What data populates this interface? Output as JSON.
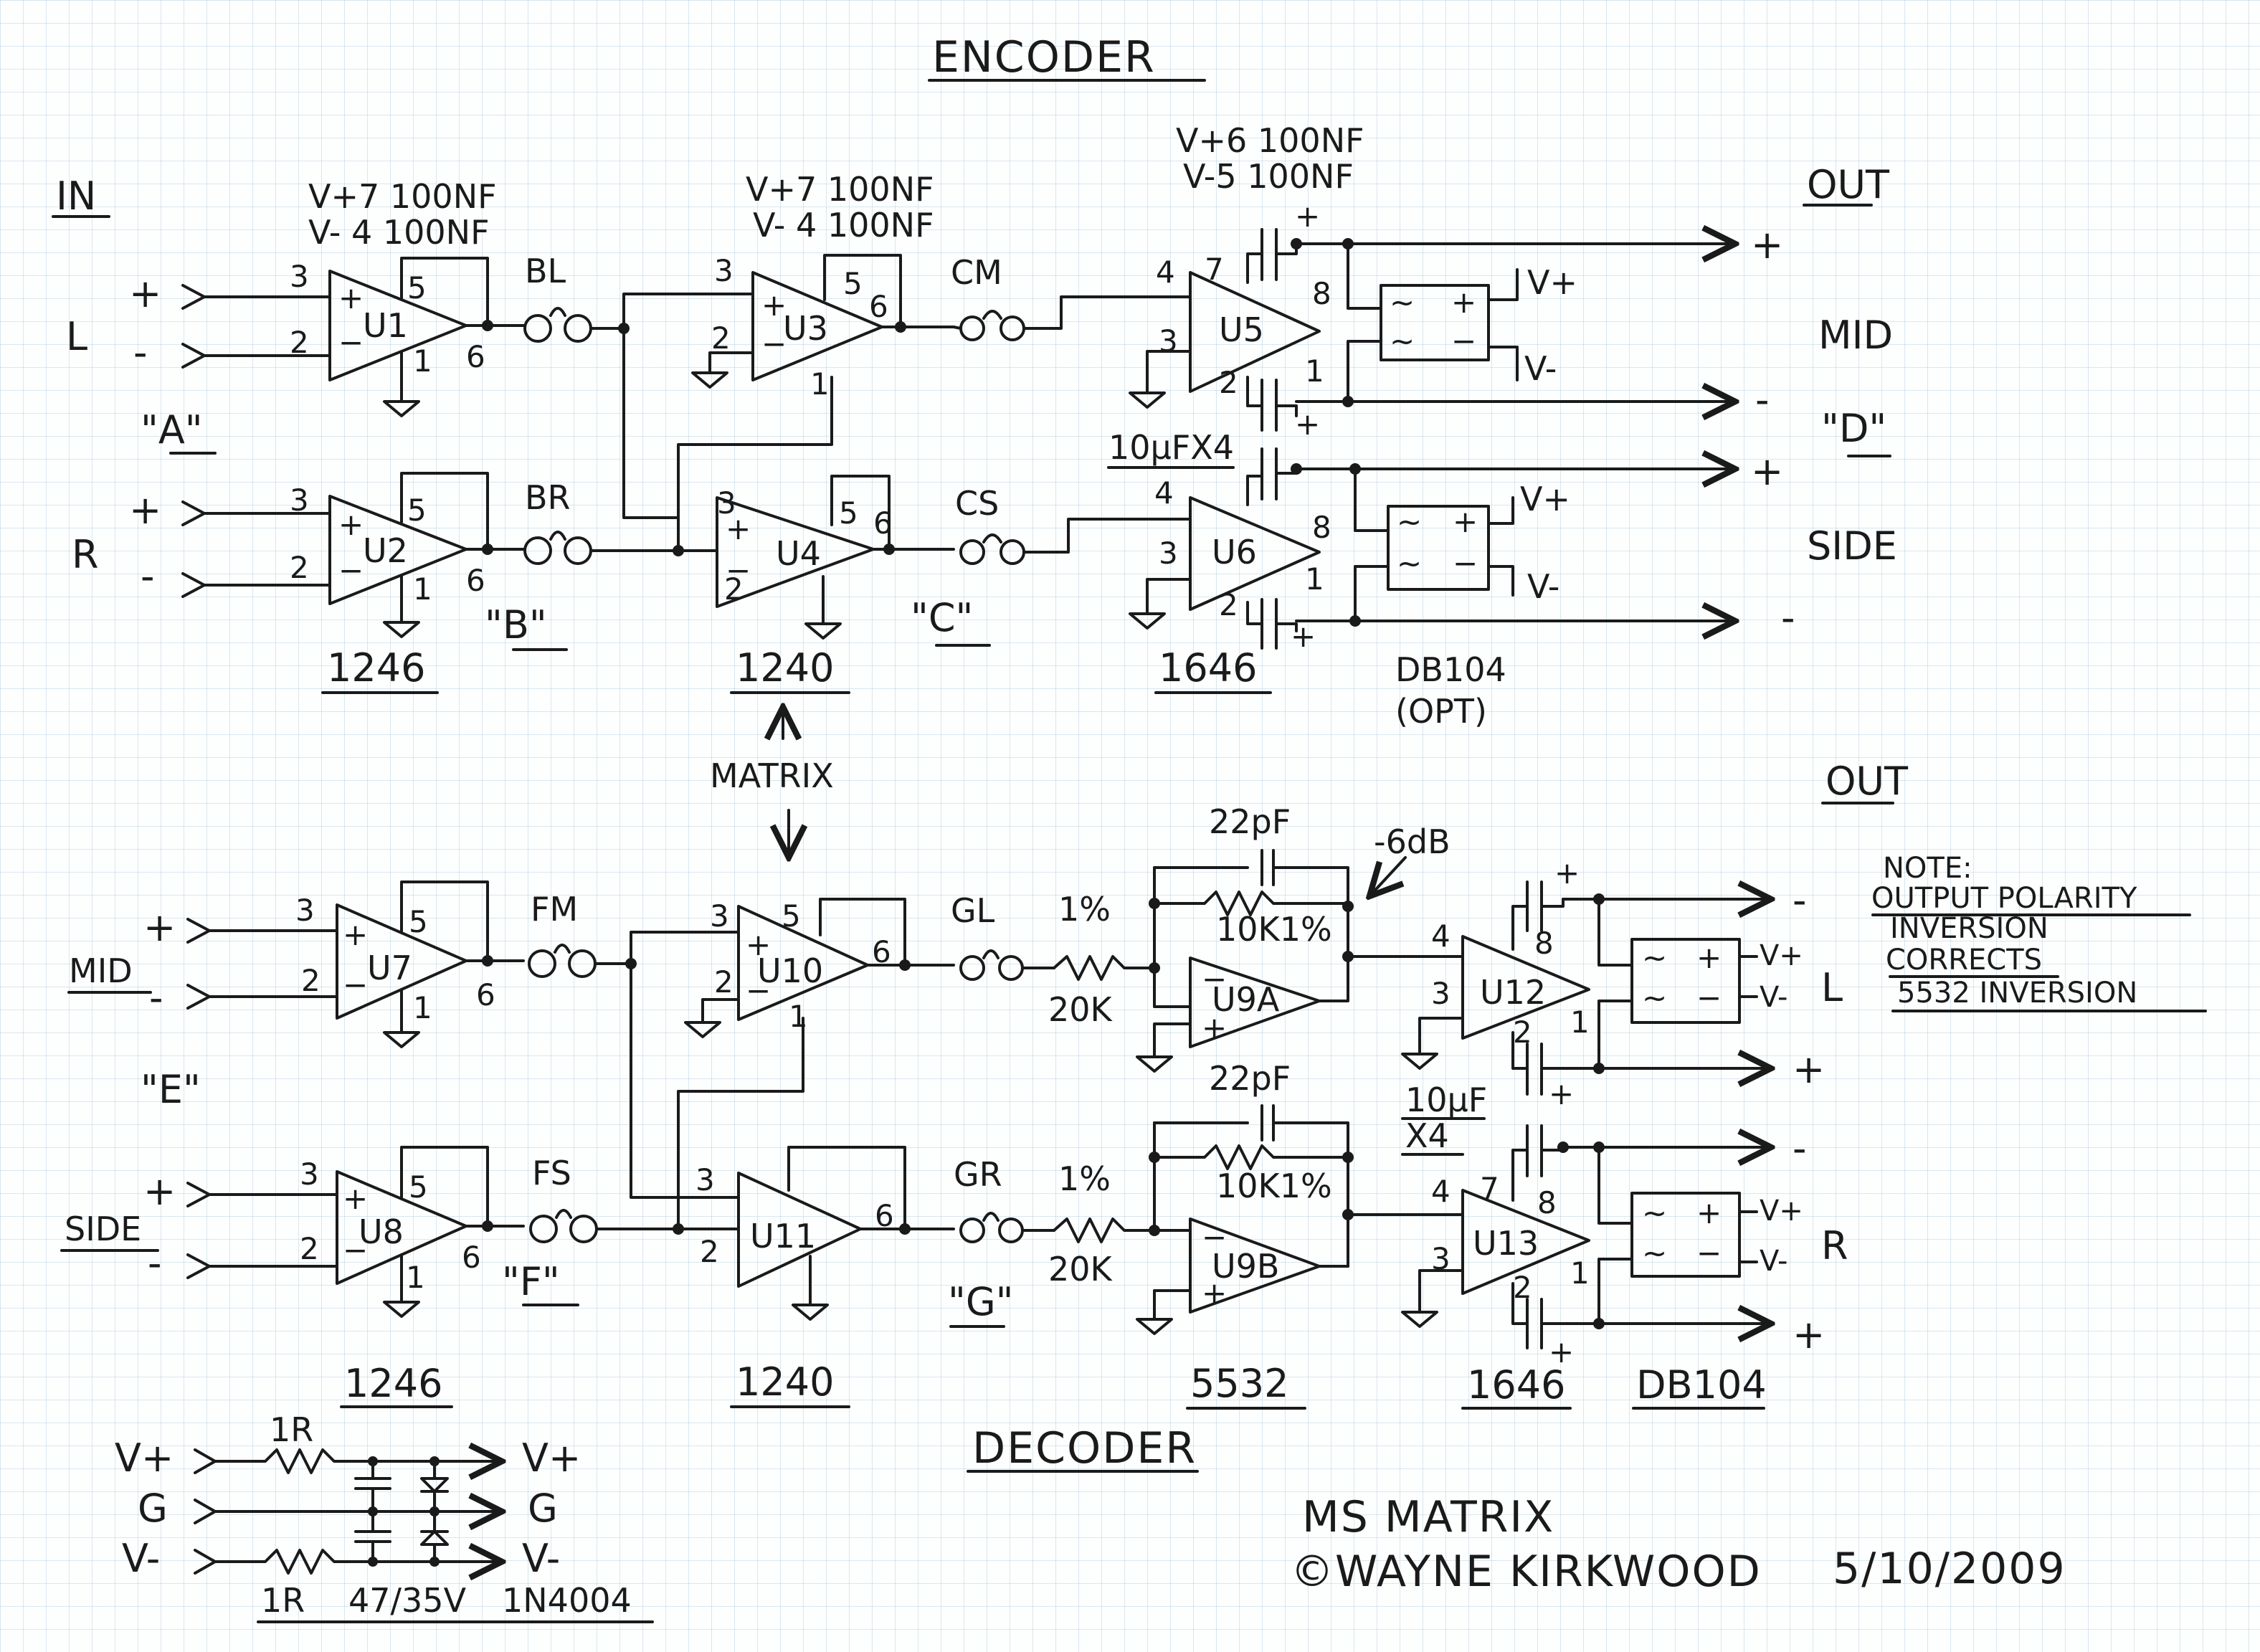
{
  "titles": {
    "encoder": "ENCODER",
    "decoder": "DECODER",
    "matrix": "MATRIX",
    "out_top": "OUT",
    "out_bottom": "OUT",
    "in": "IN"
  },
  "encoder": {
    "inputs": {
      "left": "L",
      "right": "R",
      "label_a": "\"A\"",
      "plus": "+",
      "minus": "-",
      "minus_arrow": "-"
    },
    "supply": {
      "u1_vp": "V+7 100NF",
      "u1_vn": "V- 4 100NF",
      "u3_vp": "V+7 100NF",
      "u3_vn": "V- 4 100NF",
      "u5_vp": "V+6 100NF",
      "u5_vn": "V-5 100NF"
    },
    "amps": {
      "u1": "U1",
      "u2": "U2",
      "u3": "U3",
      "u4": "U4",
      "u5": "U5",
      "u6": "U6"
    },
    "nodes": {
      "bl": "BL",
      "br": "BR",
      "cm": "CM",
      "cs": "CS",
      "b": "\"B\"",
      "c": "\"C\"",
      "d": "\"D\""
    },
    "parts": {
      "p1246": "1246",
      "p1240": "1240",
      "p1646": "1646",
      "db104": "DB104",
      "opt": "(OPT)",
      "cap": "10μFX4"
    },
    "outputs": {
      "mid": "MID",
      "side": "SIDE",
      "plus": "+",
      "minus": "-",
      "vplus": "V+",
      "vminus": "V-"
    }
  },
  "decoder": {
    "inputs": {
      "mid": "MID",
      "side": "SIDE",
      "label_e": "\"E\"",
      "plus": "+",
      "minus": "-"
    },
    "amps": {
      "u7": "U7",
      "u8": "U8",
      "u10": "U10",
      "u11": "U11",
      "u9a": "U9A",
      "u9b": "U9B",
      "u12": "U12",
      "u13": "U13"
    },
    "nodes": {
      "fm": "FM",
      "fs": "FS",
      "gl": "GL",
      "gr": "GR",
      "f": "\"F\"",
      "g": "\"G\""
    },
    "components": {
      "cap_22pf": "22pF",
      "r_10k": "10K1%",
      "r_20k": "20K",
      "pct": "1%",
      "minus_6db": "-6dB",
      "cap_10uf": "10μF",
      "x4": "X4"
    },
    "parts": {
      "p1246": "1246",
      "p1240": "1240",
      "p5532": "5532",
      "p1646": "1646",
      "db104": "DB104"
    },
    "outputs": {
      "l": "L",
      "r": "R",
      "plus": "+",
      "minus": "-",
      "vplus": "V+",
      "vminus": "V-"
    },
    "note": {
      "line1": "NOTE:",
      "line2": "OUTPUT POLARITY",
      "line3": "INVERSION",
      "line4": "CORRECTS",
      "line5": "5532 INVERSION"
    }
  },
  "power": {
    "vp": "V+",
    "g": "G",
    "vn": "V-",
    "r1": "1R",
    "r2": "1R",
    "cap": "47/35V",
    "diode": "1N4004"
  },
  "footer": {
    "title": "MS MATRIX",
    "credit": "©WAYNE KIRKWOOD",
    "date": "5/10/2009"
  }
}
